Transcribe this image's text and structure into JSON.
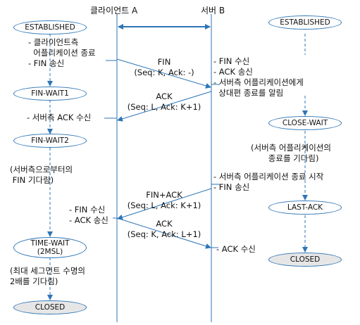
{
  "header": {
    "client": "클라이언트 A",
    "server": "서버 B"
  },
  "colors": {
    "line": "#2e75b6",
    "state_border": "#2e75b6",
    "closed_fill": "#e7e6e6",
    "text": "#111111"
  },
  "client": {
    "states": {
      "established": "ESTABLISHED",
      "fin_wait1": "FIN-WAIT1",
      "fin_wait2": "FIN-WAIT2",
      "time_wait": "TIME-WAIT\n(2MSL)",
      "closed": "CLOSED"
    },
    "notes": {
      "close_request": "- 클라이언트측\n  어플리케이션 종료\n- FIN 송신",
      "ack_received": "- 서버측 ACK 수신",
      "wait_fin": "(서버측으로부터의\n FIN 기다림)",
      "fin_ack_received": "- FIN 수신\n- ACK 송신",
      "wait_2msl": "(최대 세그먼트 수명의\n2배를 기다림)"
    }
  },
  "server": {
    "states": {
      "established": "ESTABLISHED",
      "close_wait": "CLOSE-WAIT",
      "last_ack": "LAST-ACK",
      "closed": "CLOSED"
    },
    "notes": {
      "fin_received": "- FIN 수신\n- ACK 송신\n- 서버측 어플리케이션에게\n  상대편 종료를 알림",
      "wait_app_close": "(서버측 어플리케이션의\n  종료를 기다림)",
      "app_close": "- 서버측 어플리케이션 종료 시작\n- FIN 송신",
      "ack_received": "- ACK 수신"
    }
  },
  "messages": {
    "fin": "FIN\n(Seq: K, Ack: -)",
    "ack1": "ACK\n(Seq: L, Ack: K+1)",
    "fin_ack": "FIN+ACK\n(Seq: L, Ack: K+1)",
    "ack2": "ACK\n(Seq: K, Ack: L+1)"
  }
}
